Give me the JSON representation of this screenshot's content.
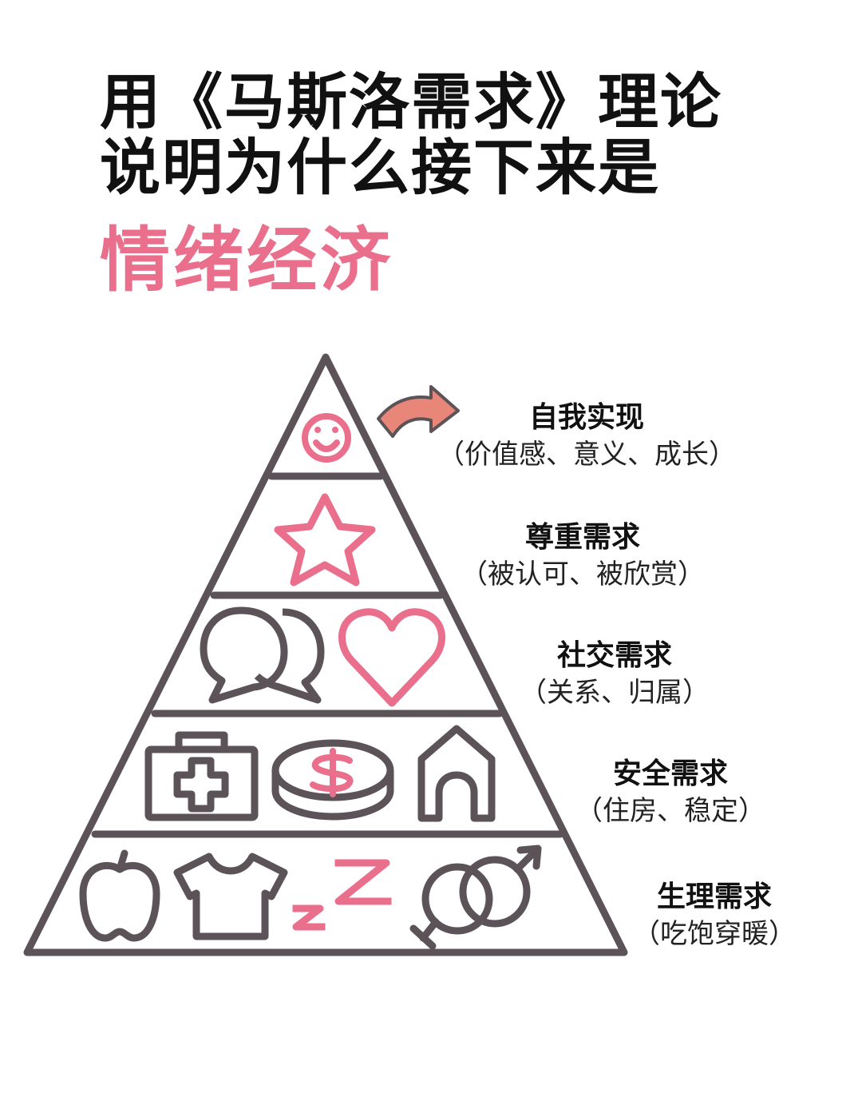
{
  "header": {
    "title_line_1": "用《马斯洛需求》理论",
    "title_line_2": "说明为什么接下来是",
    "highlight": "情绪经济"
  },
  "levels": [
    {
      "title": "自我实现",
      "subtitle": "（价值感、意义、成长）",
      "icons": [
        "smiley-face-icon"
      ]
    },
    {
      "title": "尊重需求",
      "subtitle": "（被认可、被欣赏）",
      "icons": [
        "star-icon"
      ]
    },
    {
      "title": "社交需求",
      "subtitle": "（关系、归属）",
      "icons": [
        "speech-bubbles-icon",
        "heart-icon"
      ]
    },
    {
      "title": "安全需求",
      "subtitle": "（住房、稳定）",
      "icons": [
        "first-aid-kit-icon",
        "dollar-coin-icon",
        "house-icon"
      ]
    },
    {
      "title": "生理需求",
      "subtitle": "（吃饱穿暖）",
      "icons": [
        "apple-icon",
        "tshirt-icon",
        "sleep-zz-icon",
        "gender-symbols-icon"
      ]
    }
  ],
  "colors": {
    "accent": "#ea6f8d",
    "outline": "#5b5357",
    "arrow": "#e9867a",
    "text": "#111111"
  }
}
